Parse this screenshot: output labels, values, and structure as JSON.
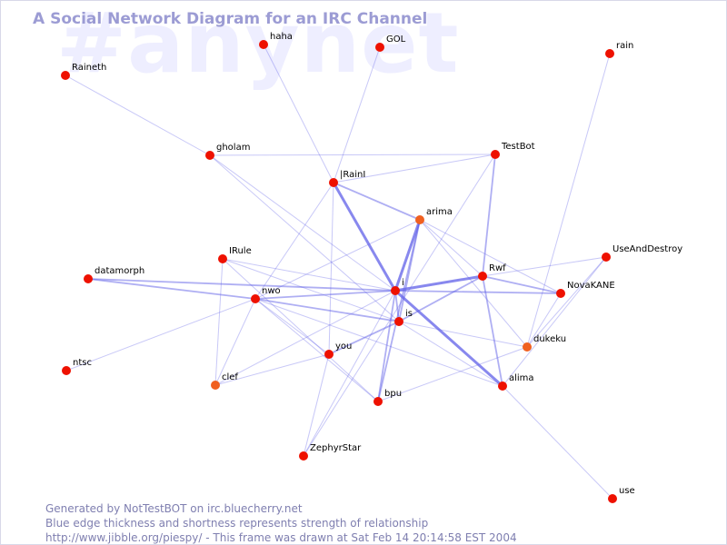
{
  "watermark": "#anynet",
  "title": "A Social Network Diagram for an IRC Channel",
  "footer": {
    "line1": "Generated by NotTestBOT on irc.bluecherry.net",
    "line2": "Blue edge thickness and shortness represents strength of relationship",
    "line3": "http://www.jibble.org/piespy/ - This frame was drawn at Sat Feb 14 20:14:58 EST 2004"
  },
  "colors": {
    "node": "#ee1100",
    "node_orange": "#f06020",
    "edge": "#6060e8",
    "title": "#9c9cd4",
    "watermark": "#eeeeff",
    "footer": "#7f7fb0"
  },
  "nodes": [
    {
      "id": "haha",
      "label": "haha",
      "type": "red"
    },
    {
      "id": "GOL",
      "label": "GOL",
      "type": "red"
    },
    {
      "id": "rain",
      "label": "rain",
      "type": "red"
    },
    {
      "id": "Raineth",
      "label": "Raineth",
      "type": "red"
    },
    {
      "id": "gholam",
      "label": "gholam",
      "type": "red"
    },
    {
      "id": "TestBot",
      "label": "TestBot",
      "type": "red"
    },
    {
      "id": "IRainI",
      "label": "|RainI",
      "type": "red"
    },
    {
      "id": "arima",
      "label": "arima",
      "type": "orange"
    },
    {
      "id": "IRule",
      "label": "IRule",
      "type": "red"
    },
    {
      "id": "UseAndDestroy",
      "label": "UseAndDestroy",
      "type": "red"
    },
    {
      "id": "datamorph",
      "label": "datamorph",
      "type": "red"
    },
    {
      "id": "Rwf",
      "label": "Rwf",
      "type": "red"
    },
    {
      "id": "NovaKANE",
      "label": "NovaKANE",
      "type": "red"
    },
    {
      "id": "nwo",
      "label": "nwo",
      "type": "red"
    },
    {
      "id": "i",
      "label": "i",
      "type": "red"
    },
    {
      "id": "is",
      "label": "is",
      "type": "red"
    },
    {
      "id": "dukeku",
      "label": "dukeku",
      "type": "orange"
    },
    {
      "id": "you",
      "label": "you",
      "type": "red"
    },
    {
      "id": "ntsc",
      "label": "ntsc",
      "type": "red"
    },
    {
      "id": "clef",
      "label": "clef",
      "type": "orange"
    },
    {
      "id": "alima",
      "label": "alima",
      "type": "red"
    },
    {
      "id": "bpu",
      "label": "bpu",
      "type": "red"
    },
    {
      "id": "ZephyrStar",
      "label": "ZephyrStar",
      "type": "red"
    },
    {
      "id": "use",
      "label": "use",
      "type": "red"
    }
  ],
  "edges": [
    [
      "i",
      "IRainI",
      3
    ],
    [
      "i",
      "arima",
      3
    ],
    [
      "i",
      "Rwf",
      3
    ],
    [
      "i",
      "alima",
      3
    ],
    [
      "i",
      "is",
      2
    ],
    [
      "i",
      "nwo",
      2
    ],
    [
      "i",
      "datamorph",
      2
    ],
    [
      "i",
      "NovaKANE",
      2
    ],
    [
      "i",
      "gholam",
      1
    ],
    [
      "i",
      "clef",
      1
    ],
    [
      "i",
      "ZephyrStar",
      1
    ],
    [
      "i",
      "bpu",
      2
    ],
    [
      "i",
      "IRule",
      1
    ],
    [
      "arima",
      "IRainI",
      2
    ],
    [
      "arima",
      "bpu",
      2
    ],
    [
      "arima",
      "is",
      2
    ],
    [
      "arima",
      "dukeku",
      1
    ],
    [
      "arima",
      "nwo",
      1
    ],
    [
      "arima",
      "Rwf",
      1
    ],
    [
      "Rwf",
      "is",
      2
    ],
    [
      "Rwf",
      "TestBot",
      2
    ],
    [
      "Rwf",
      "UseAndDestroy",
      1
    ],
    [
      "Rwf",
      "NovaKANE",
      2
    ],
    [
      "Rwf",
      "alima",
      2
    ],
    [
      "IRainI",
      "haha",
      1
    ],
    [
      "IRainI",
      "GOL",
      1
    ],
    [
      "IRainI",
      "TestBot",
      1
    ],
    [
      "IRainI",
      "nwo",
      1
    ],
    [
      "IRainI",
      "you",
      1
    ],
    [
      "gholam",
      "Raineth",
      1
    ],
    [
      "gholam",
      "TestBot",
      1
    ],
    [
      "gholam",
      "is",
      1
    ],
    [
      "TestBot",
      "ZephyrStar",
      1
    ],
    [
      "rain",
      "dukeku",
      1
    ],
    [
      "nwo",
      "datamorph",
      2
    ],
    [
      "nwo",
      "is",
      2
    ],
    [
      "nwo",
      "you",
      1
    ],
    [
      "nwo",
      "bpu",
      1
    ],
    [
      "nwo",
      "alima",
      1
    ],
    [
      "nwo",
      "ntsc",
      1
    ],
    [
      "nwo",
      "clef",
      1
    ],
    [
      "IRule",
      "clef",
      1
    ],
    [
      "IRule",
      "is",
      1
    ],
    [
      "IRule",
      "bpu",
      1
    ],
    [
      "is",
      "you",
      2
    ],
    [
      "is",
      "alima",
      1
    ],
    [
      "is",
      "dukeku",
      1
    ],
    [
      "you",
      "clef",
      1
    ],
    [
      "you",
      "ZephyrStar",
      1
    ],
    [
      "UseAndDestroy",
      "dukeku",
      1
    ],
    [
      "UseAndDestroy",
      "alima",
      1
    ],
    [
      "NovaKANE",
      "dukeku",
      1
    ],
    [
      "NovaKANE",
      "arima",
      1
    ],
    [
      "dukeku",
      "bpu",
      1
    ],
    [
      "alima",
      "use",
      1
    ]
  ]
}
